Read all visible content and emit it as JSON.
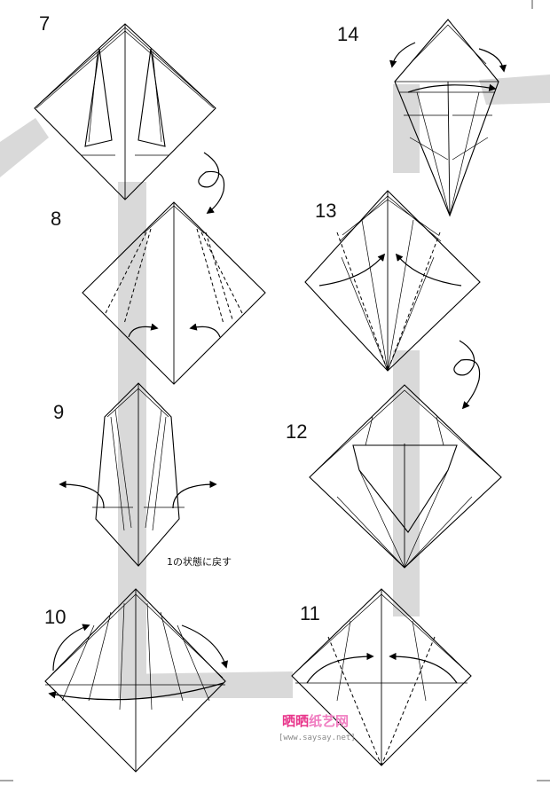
{
  "steps": {
    "s7": "7",
    "s8": "8",
    "s9": "9",
    "s10": "10",
    "s11": "11",
    "s12": "12",
    "s13": "13",
    "s14": "14"
  },
  "notes": {
    "step9_note": "1の状態に戻す"
  },
  "watermark": {
    "title_part1": "晒晒",
    "title_part2": "纸艺网",
    "url": "[www.saysay.net]",
    "color_red": "#e8348a",
    "color_pink": "#f07cc0"
  },
  "colors": {
    "line": "#000000",
    "flow_band": "#d9d9d9"
  }
}
